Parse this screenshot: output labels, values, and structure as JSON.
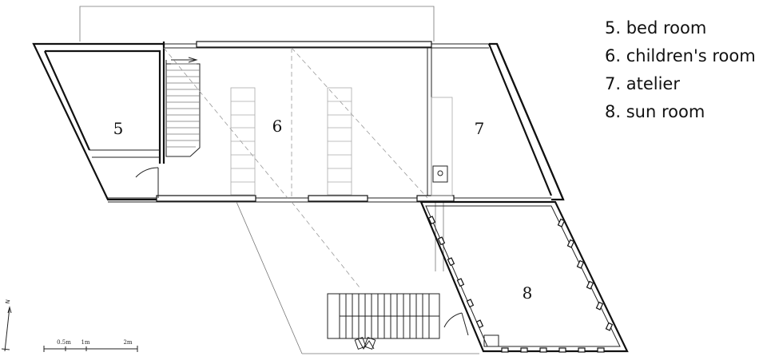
{
  "rooms": [
    {
      "id": "5",
      "label": "5"
    },
    {
      "id": "6",
      "label": "6"
    },
    {
      "id": "7",
      "label": "7"
    },
    {
      "id": "8",
      "label": "8"
    }
  ],
  "legend": [
    "5. bed room",
    "6. children's room",
    "7. atelier",
    "8. sun room"
  ],
  "scale_bar": {
    "labels": [
      "0.5m",
      "1m",
      "2m"
    ]
  },
  "north_label": "N"
}
